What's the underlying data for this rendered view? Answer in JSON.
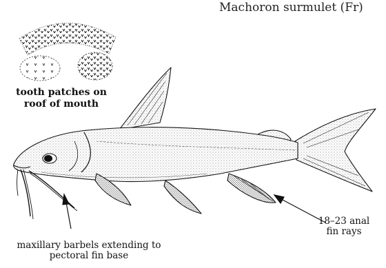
{
  "header": {
    "title": "Machoron surmulet (Fr)"
  },
  "labels": {
    "tooth_patches_line1": "tooth patches on",
    "tooth_patches_line2": "roof of mouth",
    "anal_rays_line1": "18–23 anal",
    "anal_rays_line2": "fin rays",
    "barbels_line1": "maxillary barbels extending to",
    "barbels_line2": "pectoral fin base"
  },
  "colors": {
    "ink": "#111111",
    "background": "#ffffff"
  }
}
